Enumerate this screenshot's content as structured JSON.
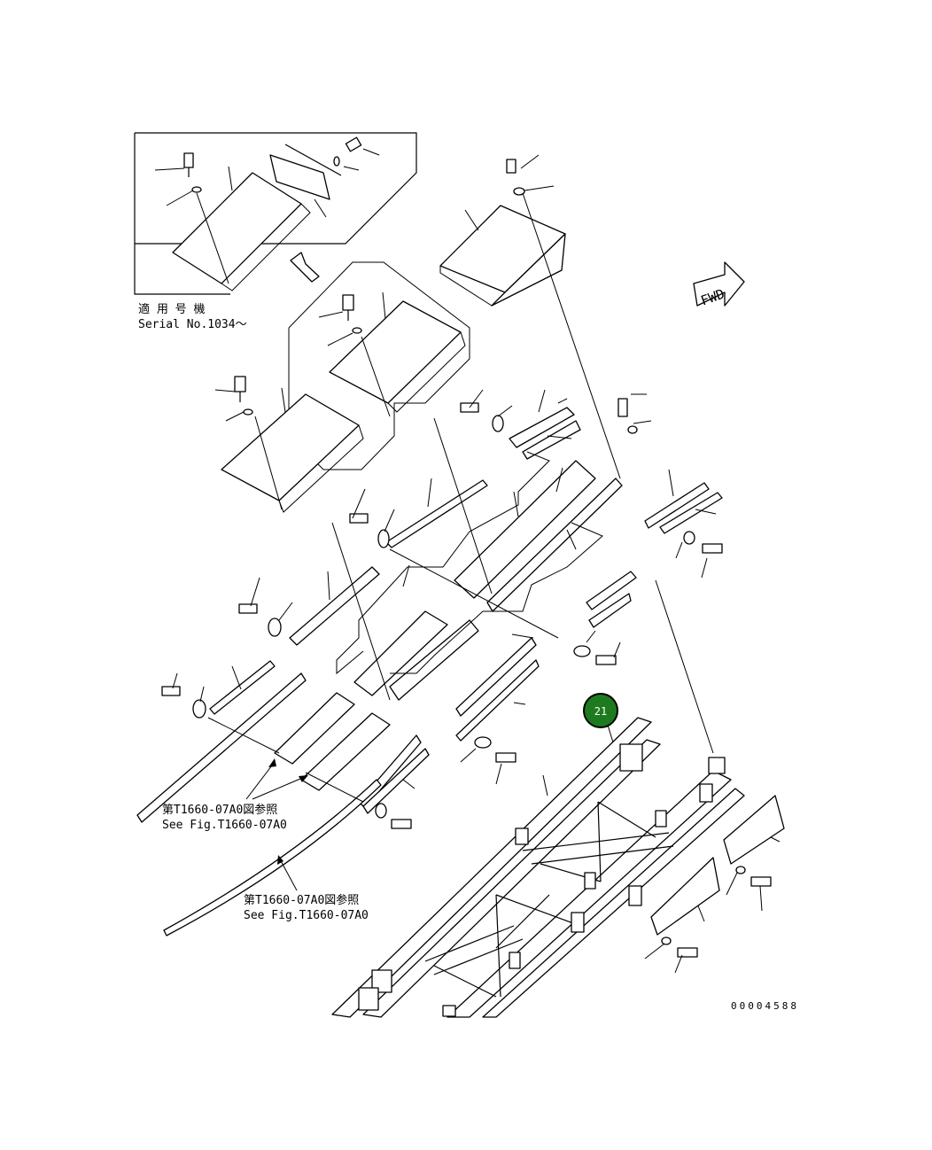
{
  "inset": {
    "label_jp": "適 用 号 機",
    "label_en": "Serial No.1034～"
  },
  "fwd_label": "FWD",
  "callout": {
    "number": "21",
    "color": "#1e7a1e"
  },
  "references": [
    {
      "jp": "第T1660-07A0図参照",
      "en": "See Fig.T1660-07A0"
    },
    {
      "jp": "第T1660-07A0図参照",
      "en": "See Fig.T1660-07A0"
    }
  ],
  "drawing_number": "00004588"
}
